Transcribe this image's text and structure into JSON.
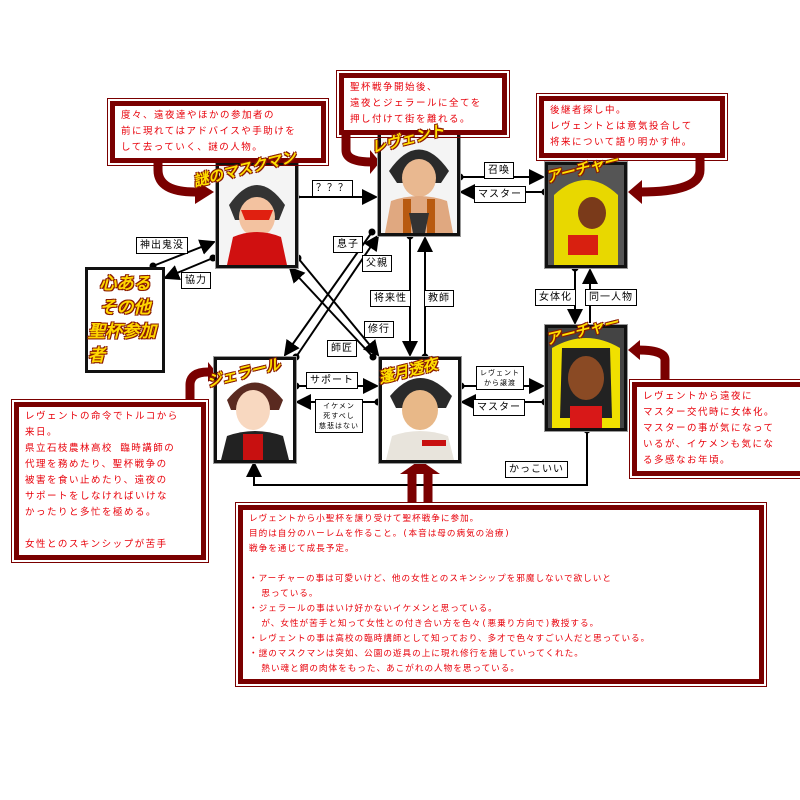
{
  "characters": {
    "maskman": {
      "name": "謎のマスクマン"
    },
    "revent": {
      "name": "レヴェント"
    },
    "archer_male": {
      "name": "アーチャー"
    },
    "archer_female": {
      "name": "アーチャー"
    },
    "gerard": {
      "name": "ジェラール"
    },
    "touya": {
      "name": "蓬月透夜"
    },
    "others": {
      "lines": [
        "心ある",
        "その他",
        "聖杯参加者"
      ]
    }
  },
  "notes": {
    "maskman": "度々、遠夜達やほかの参加者の\n前に現れてはアドバイスや手助けを\nして去っていく、謎の人物。",
    "revent": "聖杯戦争開始後、\n遠夜とジェラールに全てを\n押し付けて街を離れる。",
    "archer_male": "後継者探し中。\nレヴェントとは意気投合して\n将来について語り明かす仲。",
    "gerard": "レヴェントの命令でトルコから\n来日。\n県立石枝農林高校 臨時講師の\n代理を務めたり、聖杯戦争の\n被害を食い止めたり、遠夜の\nサポートをしなければいけな\nかったりと多忙を極める。\n\n女性とのスキンシップが苦手",
    "archer_female": "レヴェントから遠夜に\nマスター交代時に女体化。\nマスターの事が気になって\nいるが、イケメンも気にな\nる多感なお年頃。",
    "touya": "レヴェントから小聖杯を譲り受けて聖杯戦争に参加。\n目的は自分のハーレムを作ること。(本音は母の病気の治療)\n戦争を通じて成長予定。\n\n・アーチャーの事は可愛いけど、他の女性とのスキンシップを邪魔しないで欲しいと\n  思っている。\n・ジェラールの事はいけ好かないイケメンと思っている。\n  が、女性が苦手と知って女性との付き合い方を色々(悪乗り方向で)教授する。\n・レヴェントの事は高校の臨時講師として知っており、多才で色々すごい人だと思っている。\n・謎のマスクマンは突如、公園の遊具の上に現れ修行を施していってくれた。\n  熱い魂と鋼の肉体をもった、あこがれの人物を思っている。"
  },
  "relations": {
    "mask_revent": "？？？",
    "revent_archer": "召喚",
    "archer_revent": "マスター",
    "mask_others": "神出鬼没",
    "others_mask": "協力",
    "son": "息子",
    "father": "父親",
    "future": "将来性",
    "teacher": "教師",
    "training": "修行",
    "master_teacher": "師匠",
    "feminize": "女体化",
    "same_person": "同一人物",
    "support": "サポート",
    "ikemen": [
      "イケメン",
      "死すべし",
      "慈悲はない"
    ],
    "transfer": [
      "レヴェント",
      "から譲渡"
    ],
    "archer2_touya": "マスター",
    "cool": "かっこいい"
  },
  "colors": {
    "note_border": "#7a0000",
    "note_text": "#e8000a",
    "name_fill": "#ffe000"
  }
}
